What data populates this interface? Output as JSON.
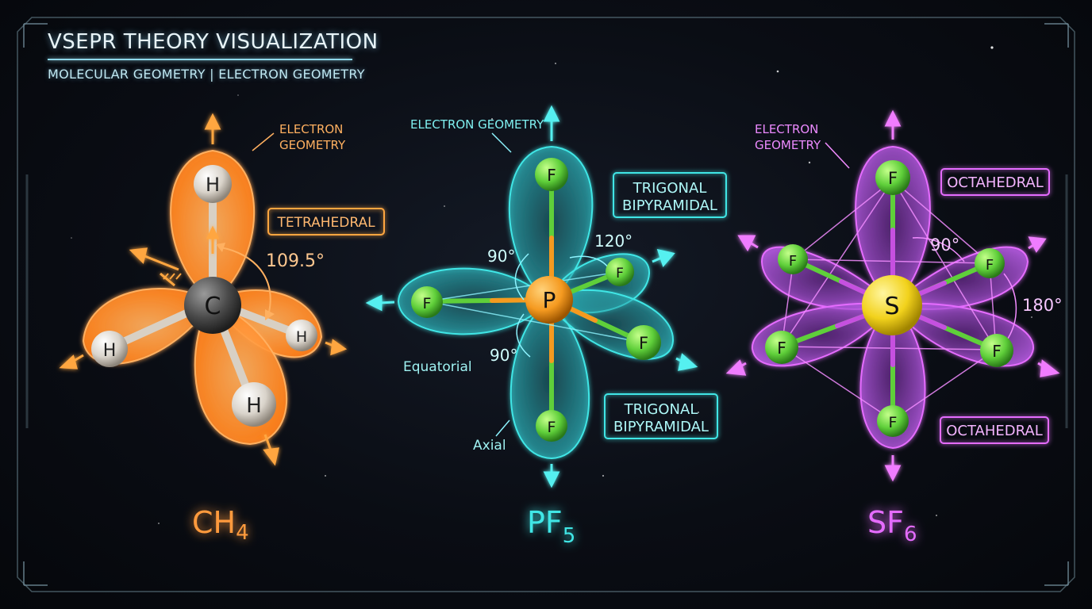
{
  "header": {
    "title": "VSEPR THEORY VISUALIZATION",
    "subtitle": "MOLECULAR GEOMETRY | ELECTRON GEOMETRY"
  },
  "colors": {
    "orange": "#ff9a3c",
    "cyan": "#3fe6e6",
    "magenta": "#e56cff",
    "hydrogen": "#e9e4dc",
    "fluorine": "#5fcf3a",
    "carbon": "#4a4a4a",
    "phosphorus": "#f59a20",
    "sulfur": "#f2d21c"
  },
  "molecules": {
    "ch4": {
      "formula_main": "CH",
      "formula_sub": "4",
      "electron_geometry_line1": "ELECTRON",
      "electron_geometry_line2": "GEOMETRY",
      "shape_label": "TETRAHEDRAL",
      "angle": "109.5°",
      "center_atom": "C",
      "outer_atom": "H"
    },
    "pf5": {
      "formula_main": "PF",
      "formula_sub": "5",
      "electron_geometry": "ELECTRON GEOMETRY",
      "shape_top_line1": "TRIGONAL",
      "shape_top_line2": "BIPYRAMIDAL",
      "shape_bottom_line1": "TRIGONAL",
      "shape_bottom_line2": "BIPYRAMIDAL",
      "angle_120": "120°",
      "angle_90_top": "90°",
      "angle_90_bottom": "90°",
      "equatorial": "Equatorial",
      "axial": "Axial",
      "center_atom": "P",
      "outer_atom": "F"
    },
    "sf6": {
      "formula_main": "SF",
      "formula_sub": "6",
      "electron_geometry_line1": "ELECTRON",
      "electron_geometry_line2": "GEOMETRY",
      "shape_top": "OCTAHEDRAL",
      "shape_bottom": "OCTAHEDRAL",
      "angle_90": "90°",
      "angle_180": "180°",
      "center_atom": "S",
      "outer_atom": "F"
    }
  }
}
